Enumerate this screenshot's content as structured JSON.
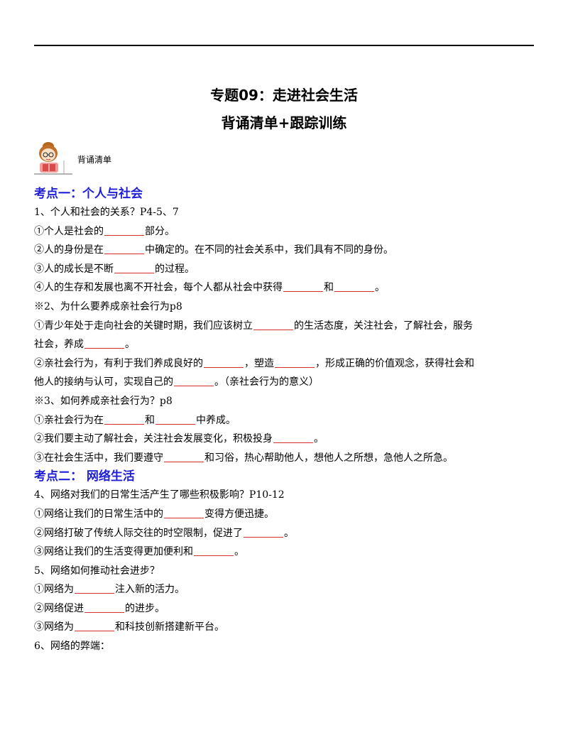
{
  "header": {
    "title": "专题09：走进社会生活",
    "subtitle": "背诵清单+跟踪训练",
    "avatar_label": "背诵清单"
  },
  "colors": {
    "heading": "#1f1fd8",
    "blank_line": "#d62d2d"
  },
  "icons": [
    "reading-girl-icon"
  ],
  "lines": [
    {
      "type": "heading",
      "segs": [
        "考点一：个人与社会"
      ]
    },
    {
      "type": "text",
      "segs": [
        "1、个人和社会的关系？P4-5、7"
      ]
    },
    {
      "type": "text",
      "segs": [
        "①个人是社会的",
        "部分。"
      ]
    },
    {
      "type": "text",
      "segs": [
        "②人的身份是在",
        "中确定的。在不同的社会关系中，我们具有不同的身份。"
      ]
    },
    {
      "type": "text",
      "segs": [
        "③人的成长是不断",
        "的过程。"
      ]
    },
    {
      "type": "text",
      "segs": [
        "④人的生存和发展也离不开社会，每个人都从社会中获得",
        "和",
        "。"
      ]
    },
    {
      "type": "text",
      "segs": [
        "※2、为什么要养成亲社会行为p8"
      ]
    },
    {
      "type": "text",
      "segs": [
        "①青少年处于走向社会的关键时期，我们应该树立",
        "的生活态度，关注社会，了解社会，服务"
      ]
    },
    {
      "type": "text",
      "segs": [
        "社会，养成",
        "。"
      ]
    },
    {
      "type": "text",
      "segs": [
        "②亲社会行为，有利于我们养成良好的",
        "，塑造",
        "，形成正确的价值观念，获得社会和"
      ]
    },
    {
      "type": "text",
      "segs": [
        "他人的接纳与认可，实现自己的",
        "。（亲社会行为的意义）"
      ]
    },
    {
      "type": "text",
      "segs": [
        "※3、如何养成亲社会行为？p8"
      ]
    },
    {
      "type": "text",
      "segs": [
        "①亲社会行为在",
        "和",
        "中养成。"
      ]
    },
    {
      "type": "text",
      "segs": [
        "②我们要主动了解社会，关注社会发展变化，积极投身",
        "。"
      ]
    },
    {
      "type": "text",
      "segs": [
        "③在社会生活中，我们要遵守",
        "和习俗，热心帮助他人，想他人之所想，急他人之所急。"
      ]
    },
    {
      "type": "heading",
      "segs": [
        "考点二： 网络生活"
      ]
    },
    {
      "type": "text",
      "segs": [
        "4、网络对我们的日常生活产生了哪些积极影响？P10-12"
      ]
    },
    {
      "type": "text",
      "segs": [
        "①网络让我们的日常生活中的",
        "变得方便迅捷。"
      ]
    },
    {
      "type": "text",
      "segs": [
        "②网络打破了传统人际交往的时空限制，促进了",
        "。"
      ]
    },
    {
      "type": "text",
      "segs": [
        "③网络让我们的生活变得更加便利和",
        "。"
      ]
    },
    {
      "type": "text",
      "segs": [
        "5、网络如何推动社会进步？"
      ]
    },
    {
      "type": "text",
      "segs": [
        "①网络为",
        "注入新的活力。"
      ]
    },
    {
      "type": "text",
      "segs": [
        "②网络促进",
        "的进步。"
      ]
    },
    {
      "type": "text",
      "segs": [
        "③网络为",
        "和科技创新搭建新平台。"
      ]
    },
    {
      "type": "text",
      "segs": [
        "6、网络的弊端："
      ]
    }
  ]
}
